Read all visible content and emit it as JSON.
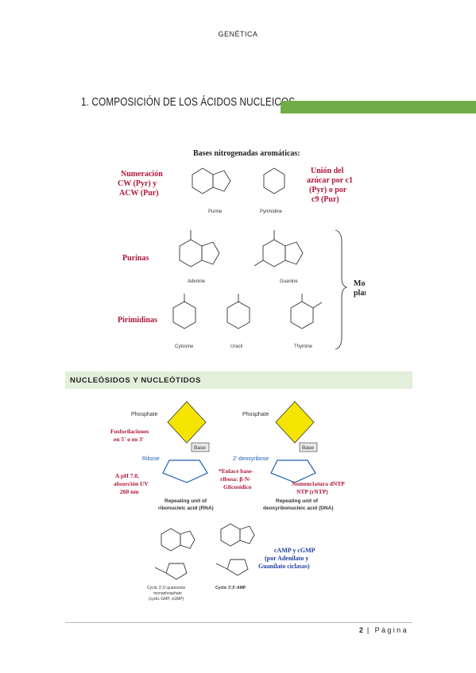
{
  "header": {
    "title": "GENÉTICA"
  },
  "section": {
    "title": "1.  COMPOSICIÓN DE LOS ÁCIDOS NUCLEICOS"
  },
  "figure1": {
    "title": "Bases nitrogenadas aromáticas:",
    "numeracion": [
      "Numeración",
      "CW (Pyr) y",
      "ACW (Pur)"
    ],
    "union": [
      "Unión del",
      "azúcar por c1",
      "(Pyr) o por",
      "c9 (Pur)"
    ],
    "purine": "Purine",
    "pyrimidine": "Pyrimidine",
    "purinas": "Purinas",
    "pirimidinas": "Pirimidinas",
    "adenine": "Adenine",
    "guanine": "Guanine",
    "cytosine": "Cytosine",
    "uracil": "Uracil",
    "thymine": "Thymine",
    "moleculas": [
      "Moléculas",
      "planares"
    ]
  },
  "subsection": {
    "title": "NUCLEÓSIDOS Y NUCLEÓTIDOS"
  },
  "figure2": {
    "phosphate": "Phosphate",
    "fosforilaciones": [
      "Fosforilaciones",
      "en 5' o en 3'"
    ],
    "ribose": "Ribose",
    "deoxyribose": "2'-deoxyribose",
    "base": "Base",
    "ph": [
      "A pH 7.0,",
      "absorción UV",
      "260 nm"
    ],
    "enlace": [
      "*Enlace base-",
      "ribosa: β-N-",
      "Glicosídico"
    ],
    "nomenclatura": [
      "Nomenclatura dNTP y",
      "NTP (rNTP)"
    ],
    "rna": [
      "Repeating unit of",
      "ribonucleic acid (RNA)"
    ],
    "dna": [
      "Repeating unit of",
      "deoxyribonucleic acid (DNA)"
    ],
    "camp": [
      "cAMP y cGMP",
      "(por Adenilato y",
      "Guanilato ciclasas)"
    ],
    "cgmp_caption": [
      "Cyclic 3',5'-guanosine",
      "monophosphate",
      "(cyclic GMP, cGMP)"
    ],
    "camp_caption": "Cyclic 3',5'-AMP"
  },
  "footer": {
    "page": "2",
    "label": "Página"
  }
}
